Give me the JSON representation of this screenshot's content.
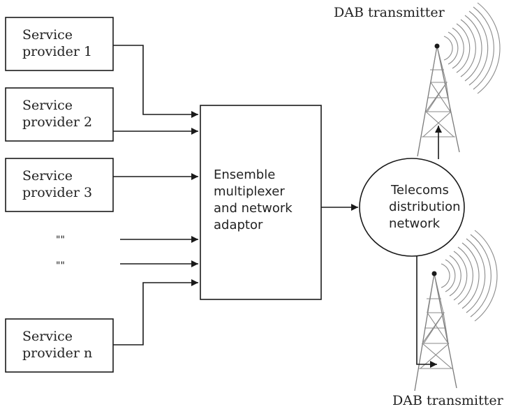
{
  "diagram": {
    "providers": [
      {
        "line1": "Service",
        "line2": "provider 1"
      },
      {
        "line1": "Service",
        "line2": "provider 2"
      },
      {
        "line1": "Service",
        "line2": "provider 3"
      },
      {
        "line1": "Service",
        "line2": "provider n"
      }
    ],
    "ellipsis_marks": [
      "\"\"",
      "\"\""
    ],
    "multiplexer": {
      "lines": [
        "Ensemble",
        "multiplexer",
        "and network",
        "adaptor"
      ]
    },
    "network": {
      "lines": [
        "Telecoms",
        "distribution",
        "network"
      ]
    },
    "transmitters": [
      {
        "label": "DAB transmitter"
      },
      {
        "label": "DAB transmitter"
      }
    ]
  },
  "colors": {
    "ink": "#1a1a1a",
    "tower": "#7a7a7a",
    "waves": "#8a8a8a"
  }
}
